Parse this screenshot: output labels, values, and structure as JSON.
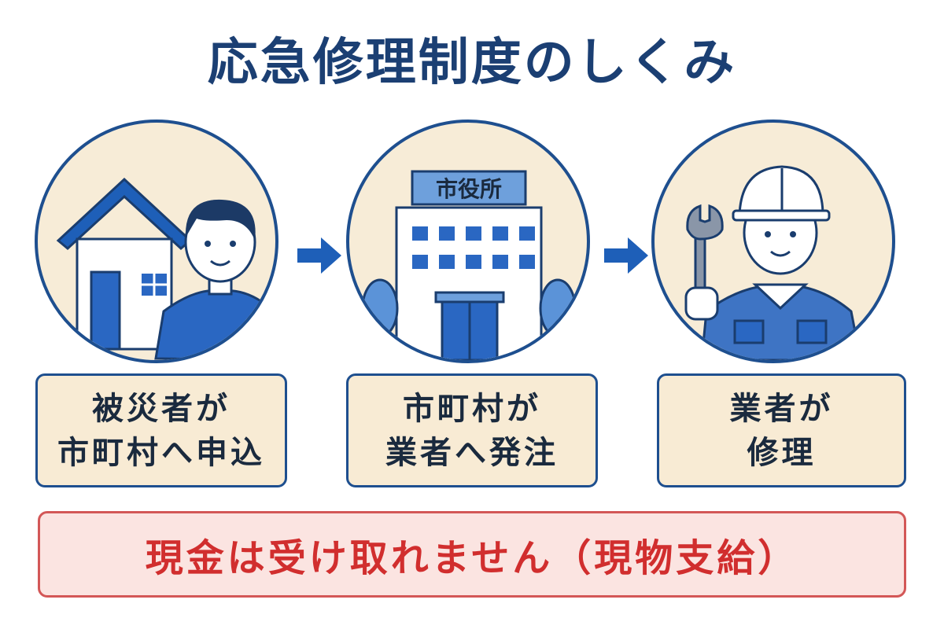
{
  "title": "応急修理制度のしくみ",
  "steps": [
    {
      "illustration": "house-and-resident",
      "label_line1": "被災者が",
      "label_line2": "市町村へ申込"
    },
    {
      "illustration": "city-hall",
      "sign": "市役所",
      "label_line1": "市町村が",
      "label_line2": "業者へ発注"
    },
    {
      "illustration": "repair-worker",
      "label_line1": "業者が",
      "label_line2": "修理"
    }
  ],
  "notice": "現金は受け取れません（現物支給）",
  "colors": {
    "title": "#1b3f73",
    "accent_blue": "#1e5fb8",
    "circle_fill": "#f7ecd7",
    "box_fill": "#f8ebd4",
    "notice_fill": "#fbe4e1",
    "notice_border": "#d35757",
    "notice_text": "#d12e2e"
  }
}
